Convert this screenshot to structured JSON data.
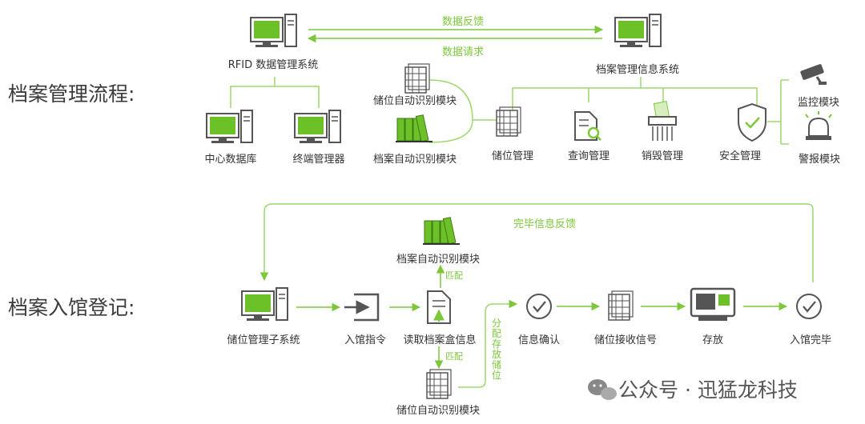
{
  "sections": {
    "process_title": "档案管理流程:",
    "register_title": "档案入馆登记:"
  },
  "top": {
    "rfid_system": "RFID 数据管理系统",
    "info_system": "档案管理信息系统",
    "data_feedback": "数据反馈",
    "data_request": "数据请求",
    "central_db": "中心数据库",
    "terminal_manager": "终端管理器",
    "storage_id_module": "储位自动识别模块",
    "archive_id_module": "档案自动识别模块",
    "storage_mgmt": "储位管理",
    "query_mgmt": "查询管理",
    "destroy_mgmt": "销毁管理",
    "security_mgmt": "安全管理",
    "monitor_module": "监控模块",
    "alarm_module": "警报模块"
  },
  "bottom": {
    "completion_feedback": "完毕信息反馈",
    "archive_id_module": "档案自动识别模块",
    "match_up": "匹配",
    "storage_subsystem": "储位管理子系统",
    "entry_command": "入馆指令",
    "read_box_info": "读取档案盒信息",
    "match_down": "匹配",
    "allocate_storage": "分配存放储位",
    "storage_id_module": "储位自动识别模块",
    "info_confirm": "信息确认",
    "storage_signal": "储位接收信号",
    "store": "存放",
    "entry_complete": "入馆完毕"
  },
  "watermark": "公众号 · 迅猛龙科技",
  "colors": {
    "accent": "#7cc73a",
    "icon": "#4a4a4a",
    "line": "#9ed86a"
  }
}
